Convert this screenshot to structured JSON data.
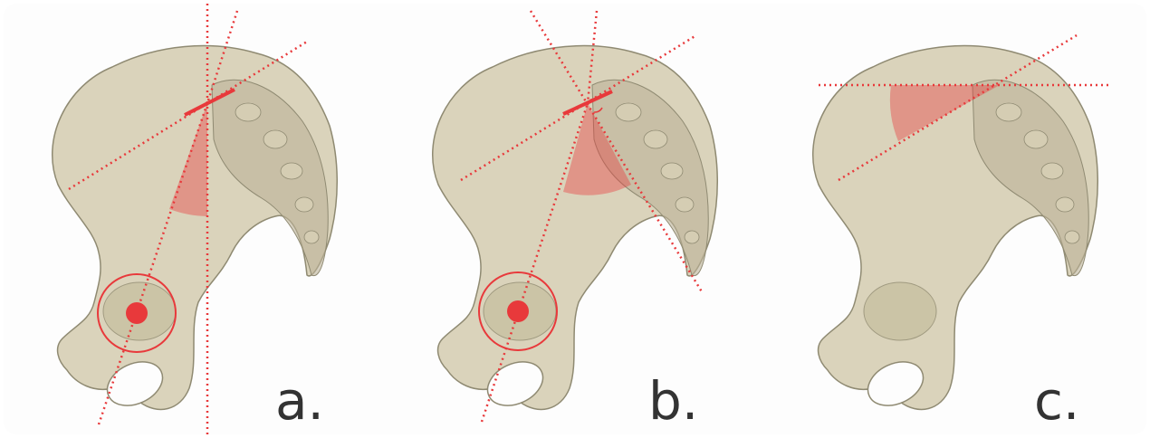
{
  "figure": {
    "panels": [
      {
        "label": "a."
      },
      {
        "label": "b."
      },
      {
        "label": "c."
      }
    ]
  },
  "colors": {
    "bone": "#cfc7a8",
    "bone_edge": "#8f8a72",
    "sacrum": "#bdb397",
    "measurement": "#e8393b",
    "label": "#333333"
  }
}
